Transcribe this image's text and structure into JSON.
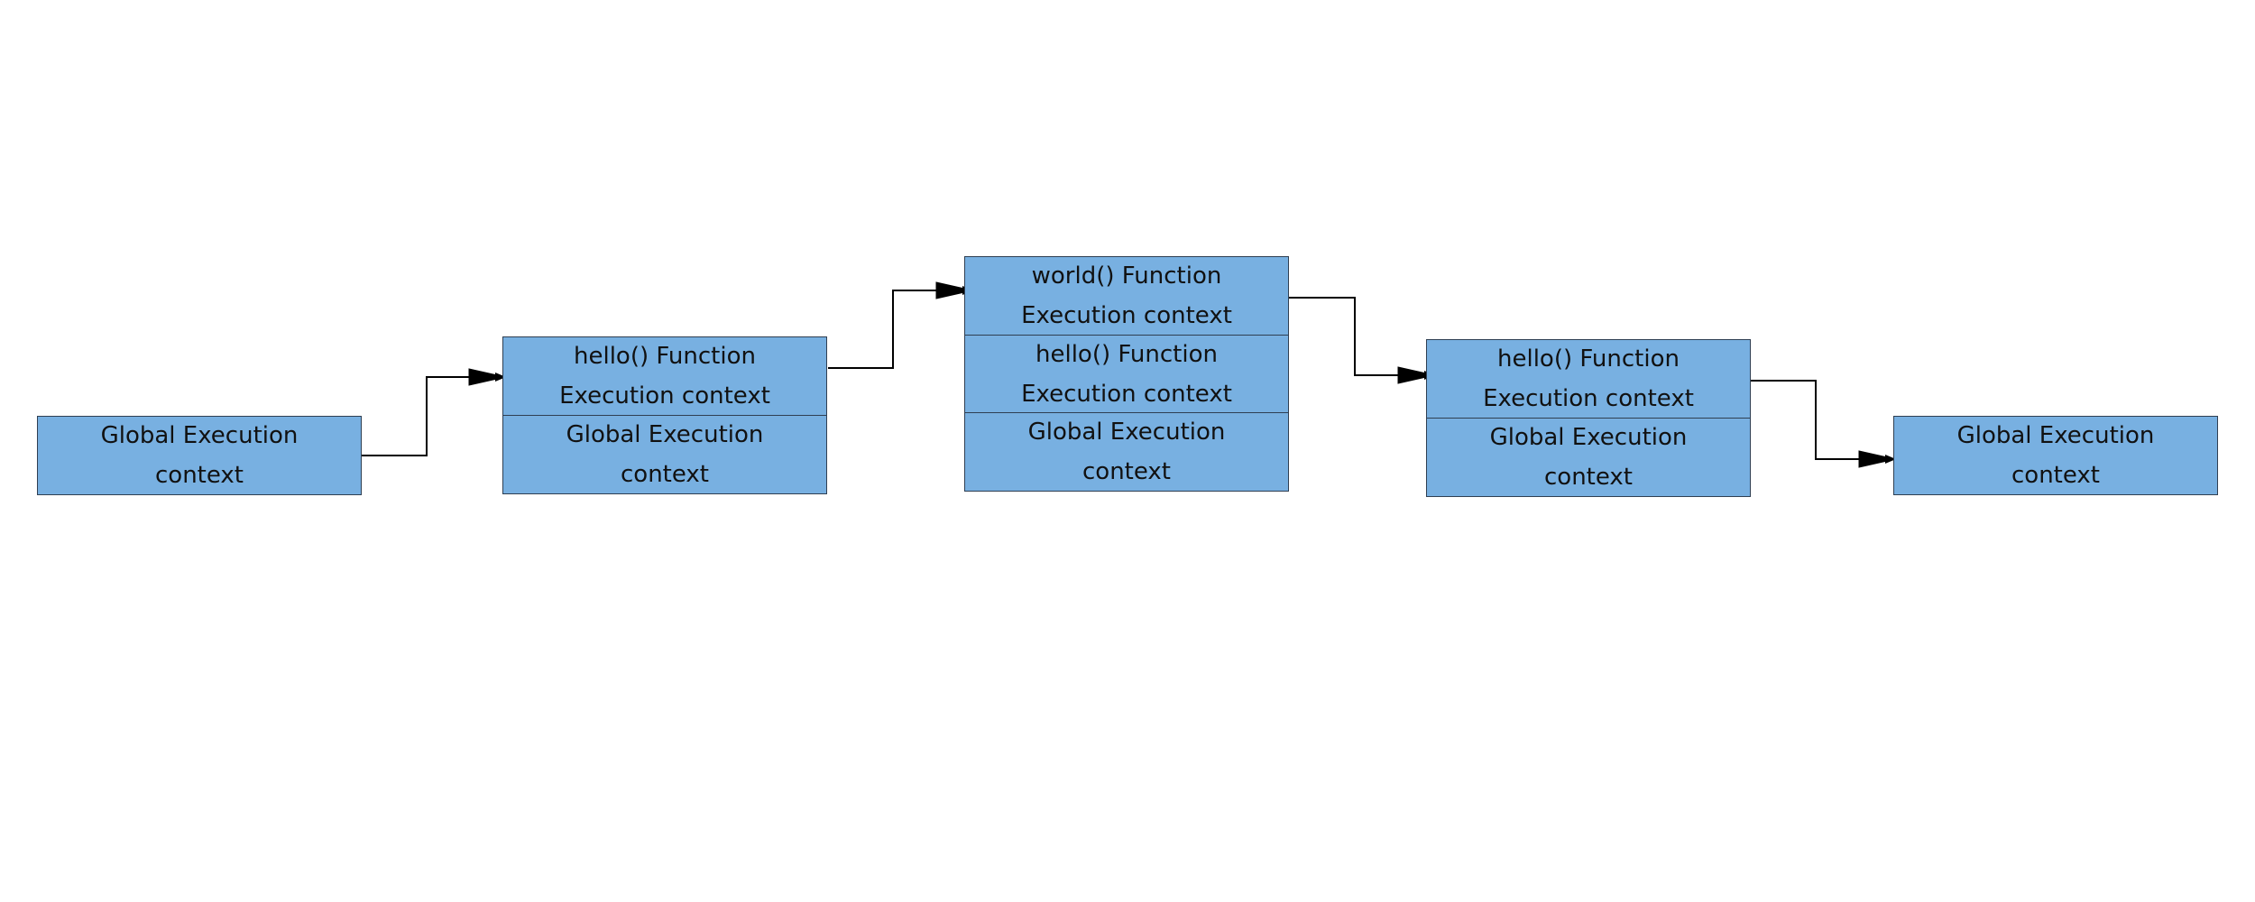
{
  "stacks": [
    {
      "frames": [
        {
          "line1": "Global Execution",
          "line2": "context"
        }
      ]
    },
    {
      "frames": [
        {
          "line1": "hello() Function",
          "line2": "Execution context"
        },
        {
          "line1": "Global Execution",
          "line2": "context"
        }
      ]
    },
    {
      "frames": [
        {
          "line1": "world() Function",
          "line2": "Execution context"
        },
        {
          "line1": "hello() Function",
          "line2": "Execution context"
        },
        {
          "line1": "Global Execution",
          "line2": "context"
        }
      ]
    },
    {
      "frames": [
        {
          "line1": "hello() Function",
          "line2": "Execution context"
        },
        {
          "line1": "Global Execution",
          "line2": "context"
        }
      ]
    },
    {
      "frames": [
        {
          "line1": "Global Execution",
          "line2": "context"
        }
      ]
    }
  ],
  "colors": {
    "frame_fill": "#78b0e1",
    "frame_border": "#2f3f52",
    "connector": "#000000"
  }
}
